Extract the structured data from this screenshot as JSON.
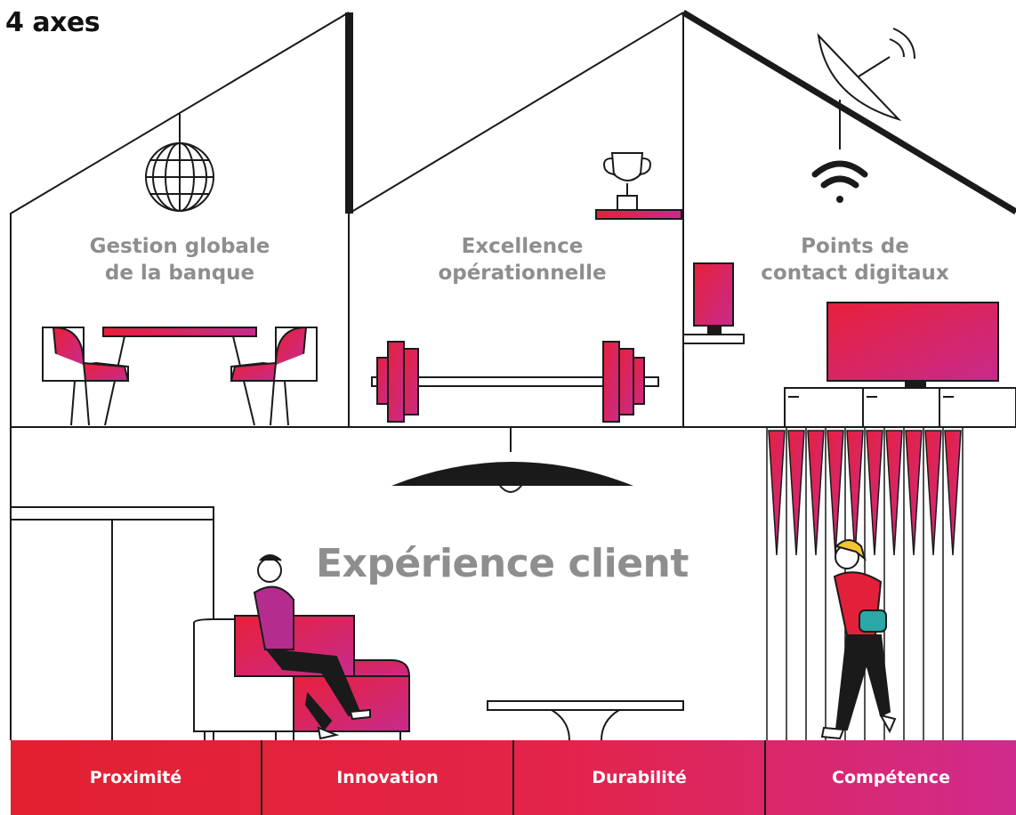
{
  "title": "4 axes",
  "rooms": {
    "left": {
      "line1": "Gestion globale",
      "line2": "de la banque"
    },
    "middle": {
      "line1": "Excellence",
      "line2": "opérationnelle"
    },
    "right": {
      "line1": "Points de",
      "line2": "contact digitaux"
    }
  },
  "main_room": {
    "label": "Expérience client"
  },
  "pillars": [
    "Proximité",
    "Innovation",
    "Durabilité",
    "Compétence"
  ],
  "colors": {
    "accent_red": "#e3203a",
    "accent_magenta": "#c72b8c",
    "label_gray": "#8e8e8e",
    "line": "#1a1a1a"
  }
}
